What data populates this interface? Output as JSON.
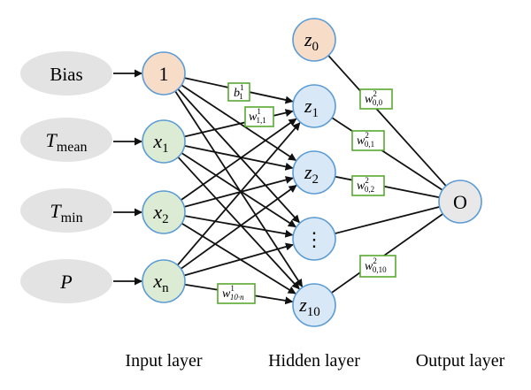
{
  "colors": {
    "input_oval": "#e3e3e3",
    "bias_node": "#f7dcc8",
    "input_node": "#dcebd3",
    "hidden_node": "#d9e8f6",
    "hidden_bias_node": "#f7dcc8",
    "output_node": "#e8e8e8",
    "node_stroke": "#5b9bd5",
    "weight_box_stroke": "#5aa832",
    "edge": "#111111"
  },
  "inputs": [
    {
      "id": "bias",
      "label": "Bias",
      "sub": ""
    },
    {
      "id": "tmean",
      "label": "T",
      "sub": "mean"
    },
    {
      "id": "tmin",
      "label": "T",
      "sub": "min"
    },
    {
      "id": "p",
      "label": "P",
      "sub": ""
    }
  ],
  "input_nodes": [
    {
      "id": "one",
      "label": "1",
      "sub": ""
    },
    {
      "id": "x1",
      "label": "x",
      "sub": "1"
    },
    {
      "id": "x2",
      "label": "x",
      "sub": "2"
    },
    {
      "id": "xn",
      "label": "x",
      "sub": "n"
    }
  ],
  "hidden_nodes": [
    {
      "id": "z0",
      "label": "z",
      "sub": "0"
    },
    {
      "id": "z1",
      "label": "z",
      "sub": "1"
    },
    {
      "id": "z2",
      "label": "z",
      "sub": "2"
    },
    {
      "id": "zdots",
      "label": "⋮",
      "sub": ""
    },
    {
      "id": "z10",
      "label": "z",
      "sub": "10"
    }
  ],
  "output_node": {
    "label": "O"
  },
  "weights": [
    {
      "id": "b1",
      "base": "b",
      "sup": "1",
      "sub": "1"
    },
    {
      "id": "w11",
      "base": "w",
      "sup": "1",
      "sub": "1,1"
    },
    {
      "id": "w10n",
      "base": "w",
      "sup": "1",
      "sub": "10·n"
    },
    {
      "id": "w00",
      "base": "w",
      "sup": "2",
      "sub": "0,0"
    },
    {
      "id": "w01",
      "base": "w",
      "sup": "2",
      "sub": "0,1"
    },
    {
      "id": "w02",
      "base": "w",
      "sup": "2",
      "sub": "0,2"
    },
    {
      "id": "w010",
      "base": "w",
      "sup": "2",
      "sub": "0,10"
    }
  ],
  "layer_labels": {
    "input": "Input layer",
    "hidden": "Hidden layer",
    "output": "Output layer"
  }
}
